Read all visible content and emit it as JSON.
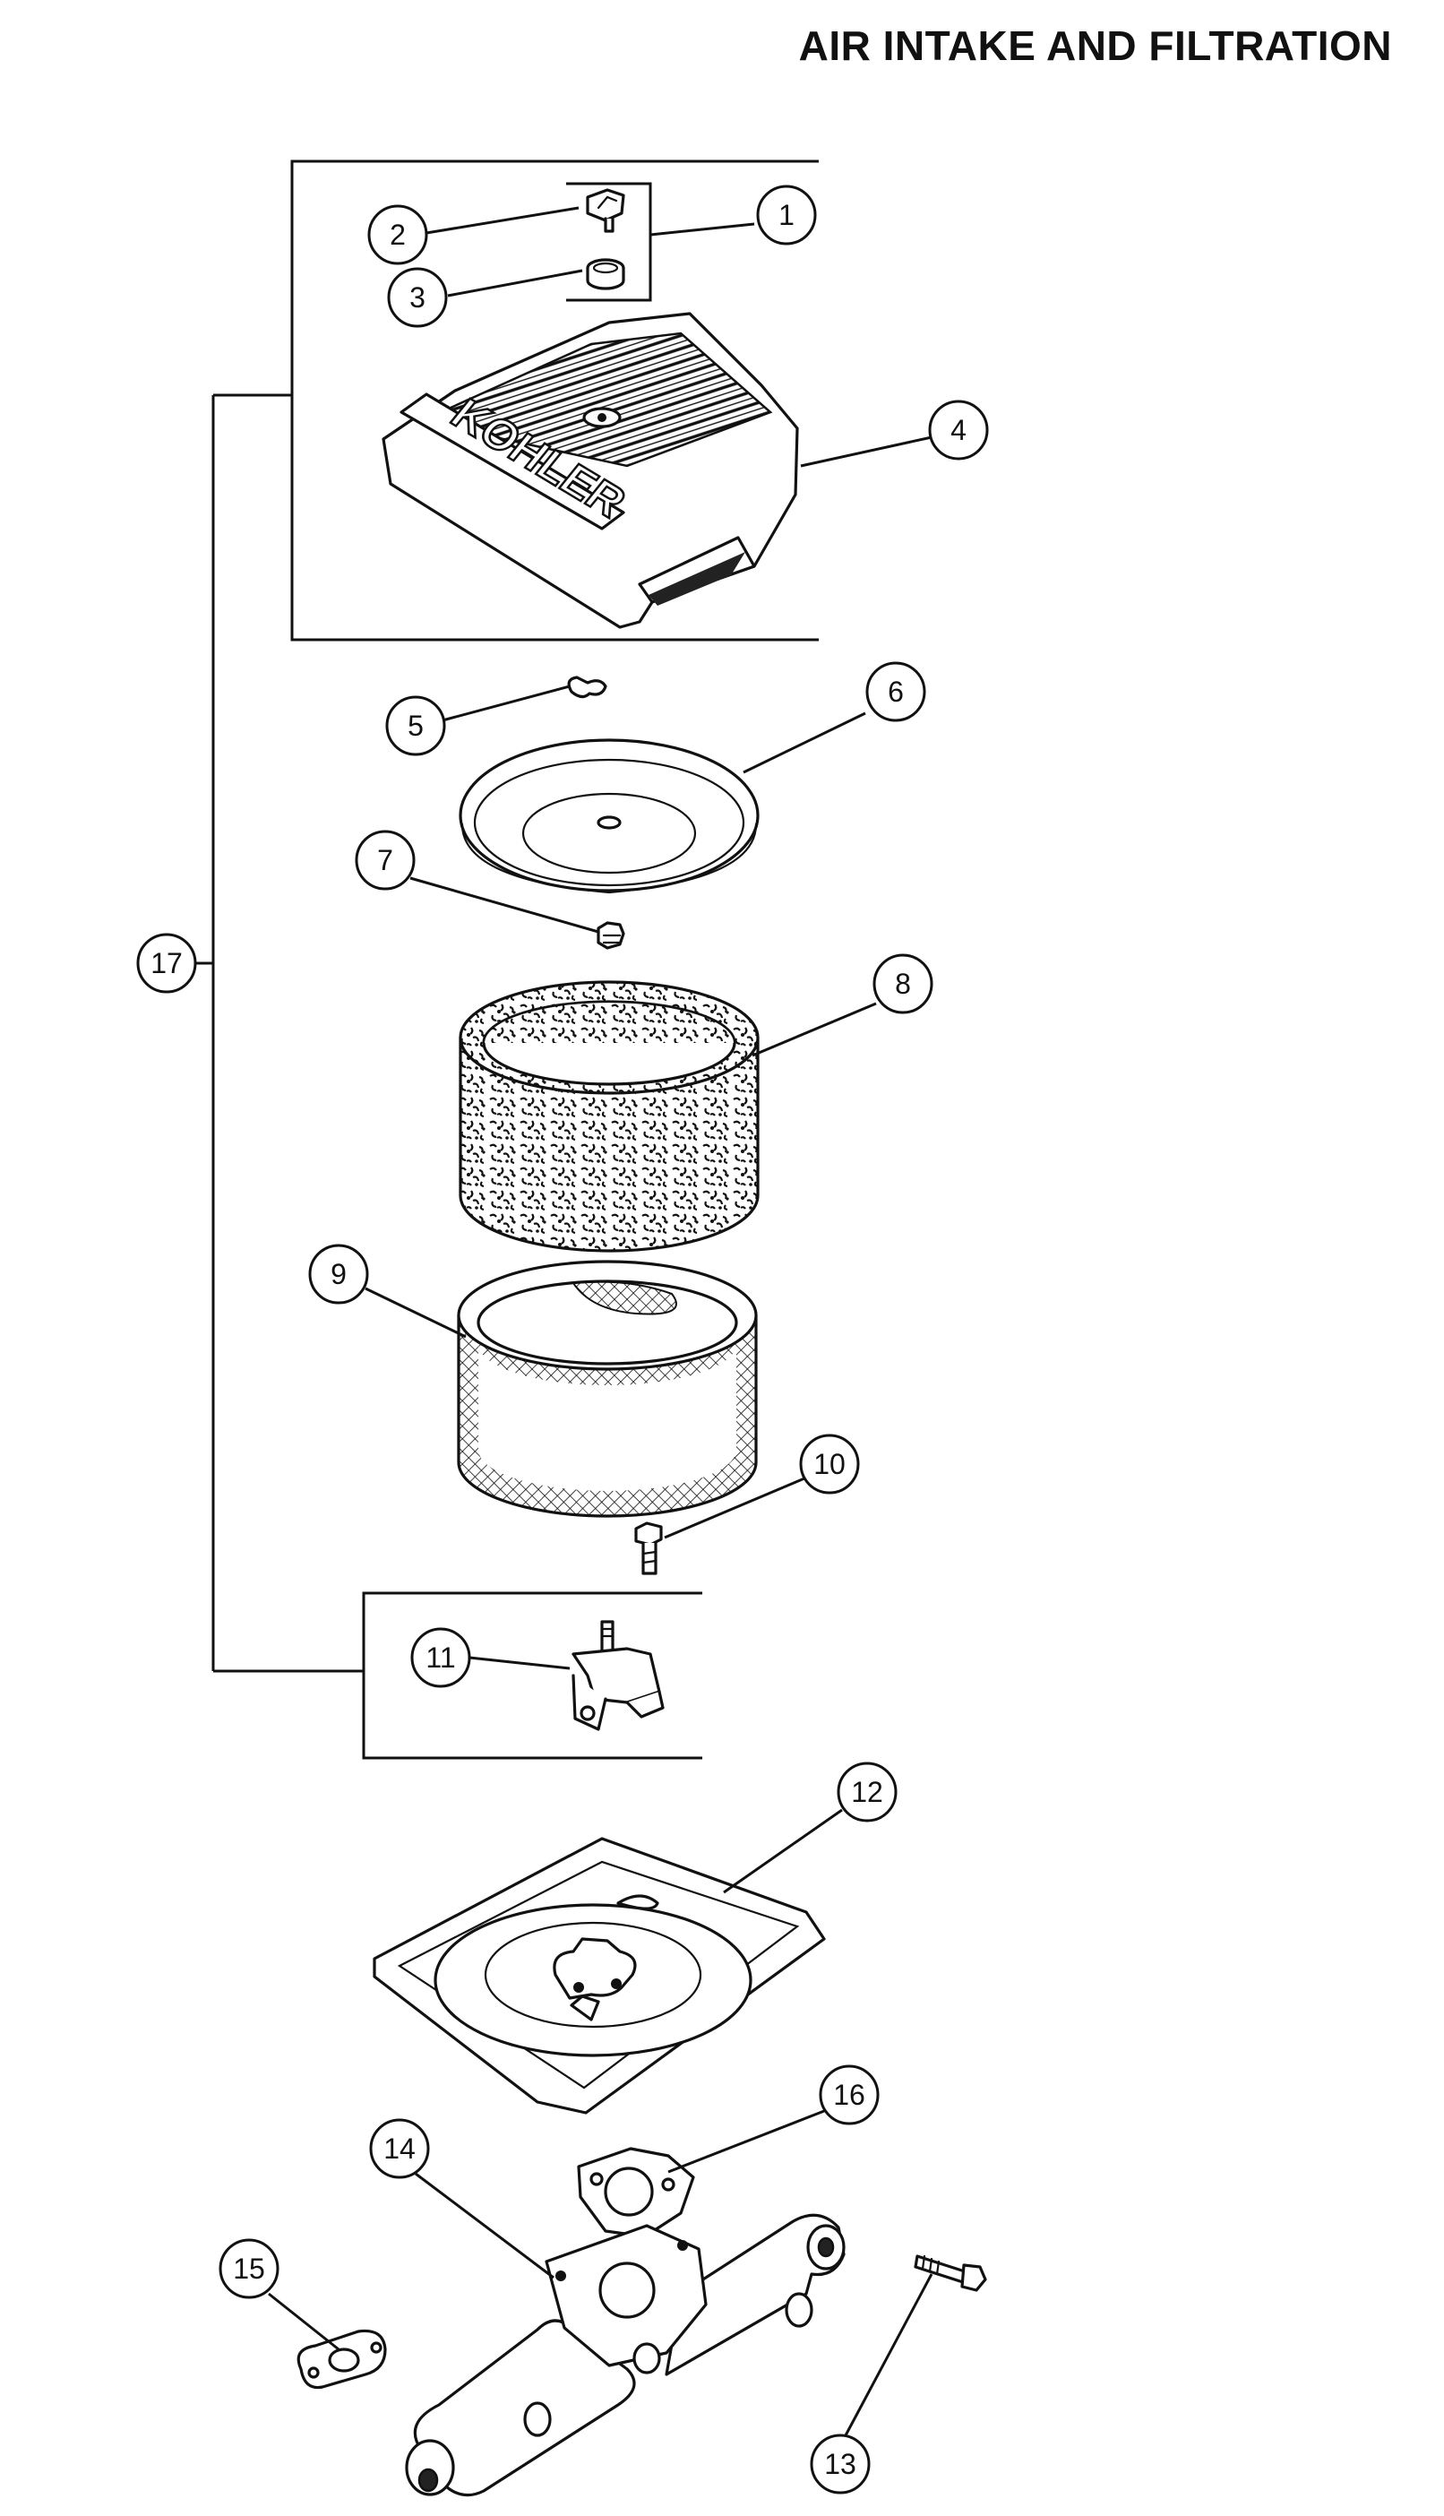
{
  "title": "AIR INTAKE AND FILTRATION",
  "cover_logo_text": "KOHLER",
  "callouts": [
    {
      "id": "c1",
      "label": "1"
    },
    {
      "id": "c2",
      "label": "2"
    },
    {
      "id": "c3",
      "label": "3"
    },
    {
      "id": "c4",
      "label": "4"
    },
    {
      "id": "c5",
      "label": "5"
    },
    {
      "id": "c6",
      "label": "6"
    },
    {
      "id": "c7",
      "label": "7"
    },
    {
      "id": "c8",
      "label": "8"
    },
    {
      "id": "c9",
      "label": "9"
    },
    {
      "id": "c10",
      "label": "10"
    },
    {
      "id": "c11",
      "label": "11"
    },
    {
      "id": "c12",
      "label": "12"
    },
    {
      "id": "c13",
      "label": "13"
    },
    {
      "id": "c14",
      "label": "14"
    },
    {
      "id": "c15",
      "label": "15"
    },
    {
      "id": "c16",
      "label": "16"
    },
    {
      "id": "c17",
      "label": "17"
    }
  ]
}
